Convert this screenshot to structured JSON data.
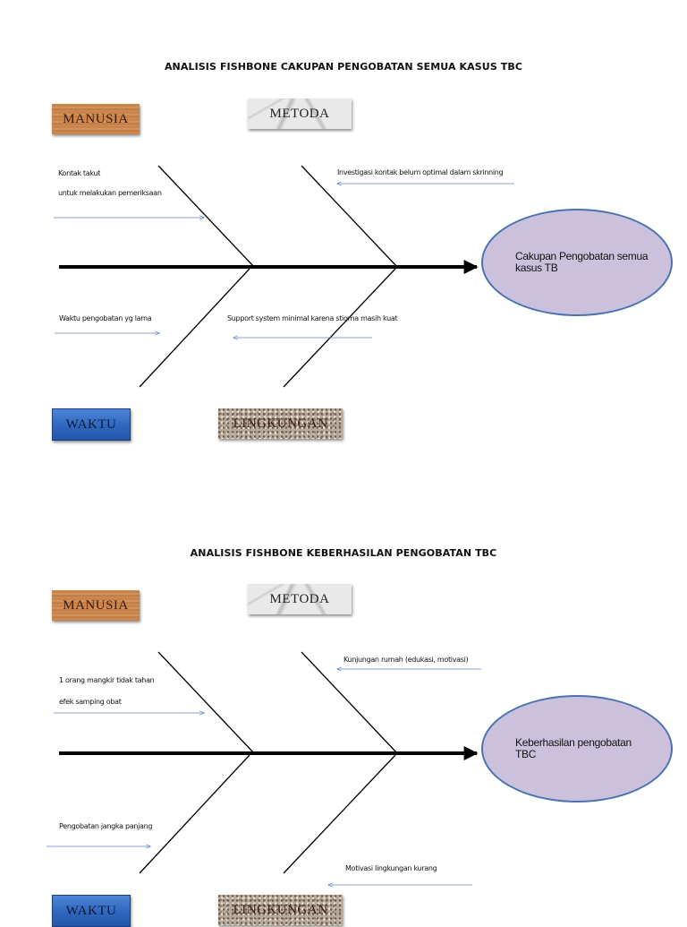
{
  "diagrams": [
    {
      "title": "ANALISIS FISHBONE CAKUPAN PENGOBATAN SEMUA KASUS TBC",
      "categories": {
        "manusia": "MANUSIA",
        "metoda": "METODA",
        "waktu": "WAKTU",
        "lingkungan": "LINGKUNGAN"
      },
      "causes": {
        "manusia_line1": "Kontak takut",
        "manusia_line2": "untuk melakukan pemeriksaan",
        "metoda": "Investigasi kontak belum optimal dalam skrinning",
        "waktu": "Waktu pengobatan yg lama",
        "lingkungan": "Support system minimal karena stigma masih  kuat"
      },
      "effect": "Cakupan Pengobatan semua kasus TB"
    },
    {
      "title": "ANALISIS FISHBONE KEBERHASILAN PENGOBATAN TBC",
      "categories": {
        "manusia": "MANUSIA",
        "metoda": "METODA",
        "waktu": "WAKTU",
        "lingkungan": "LINGKUNGAN"
      },
      "causes": {
        "manusia_line1": "1 orang mangkir tidak tahan",
        "manusia_line2": "efek samping obat",
        "metoda": "Kunjungan rumah (edukasi, motivasi)",
        "waktu": "Pengobatan jangka panjang",
        "lingkungan": "Motivasi lingkungan kurang"
      },
      "effect": "Keberhasilan pengobatan TBC"
    }
  ],
  "colors": {
    "spine": "#000000",
    "bone": "#000000",
    "arrow": "#5b84c4",
    "effect_fill": "#ccc1dc",
    "effect_border": "#4a73b0"
  }
}
